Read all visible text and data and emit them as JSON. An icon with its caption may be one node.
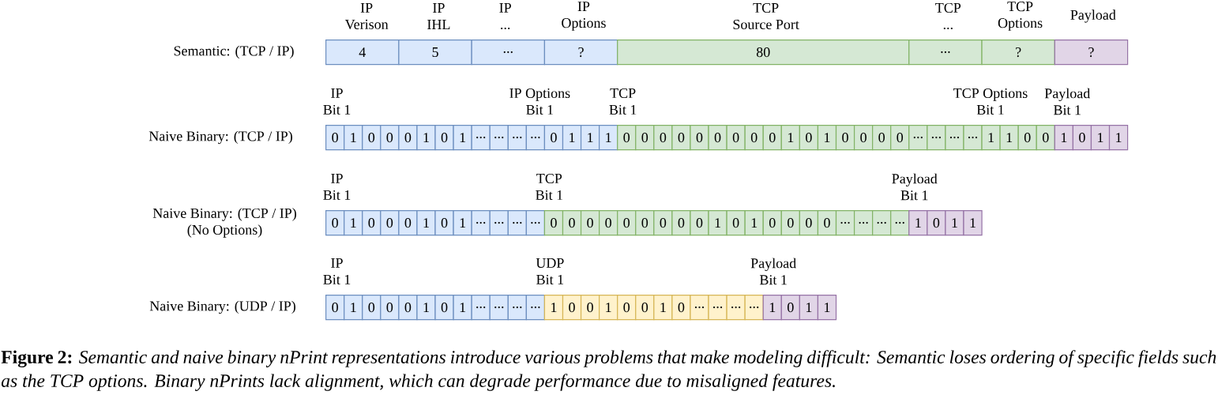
{
  "diagram": {
    "caption": "**Figure 2:** *Semantic and naive binary nPrint representations introduce various problems that make modeling difficult: Semantic loses ordering of specific fields such as the TCP options. Binary nPrints lack alignment, which can degrade performance due to misaligned features.*",
    "nodes": [
      {
        "text": [
          "IP Verison",
          "4"
        ]
      },
      {
        "text": [
          "IP IHL",
          "5"
        ]
      },
      {
        "text": [
          "IP ...",
          "..."
        ]
      },
      {
        "text": [
          "IP Options",
          "?"
        ]
      },
      {
        "text": [
          "TCP Source Port",
          "80"
        ]
      },
      {
        "text": [
          "TCP ...",
          "..."
        ]
      },
      {
        "text": [
          "TCP Options",
          "?"
        ]
      },
      {
        "text": [
          "Payload",
          "?"
        ]
      },
      {
        "text": [
          "IP Bit 1",
          "0"
        ]
      },
      {
        "text": [
          "1"
        ]
      },
      {
        "text": [
          "0"
        ]
      },
      {
        "text": [
          "0"
        ]
      },
      {
        "text": [
          "0"
        ]
      },
      {
        "text": [
          "1"
        ]
      },
      {
        "text": [
          "0"
        ]
      },
      {
        "text": [
          "1"
        ]
      },
      {
        "text": [
          "..."
        ]
      },
      {
        "text": [
          "..."
        ]
      },
      {
        "text": [
          "..."
        ]
      },
      {
        "text": [
          "..."
        ]
      },
      {
        "text": [
          "IP Options Bit 1",
          "0"
        ]
      },
      {
        "text": [
          "1"
        ]
      },
      {
        "text": [
          "1"
        ]
      },
      {
        "text": [
          "1"
        ]
      },
      {
        "text": [
          "TCP Bit 1",
          "0"
        ]
      },
      {
        "text": [
          "0"
        ]
      },
      {
        "text": [
          "0"
        ]
      },
      {
        "text": [
          "0"
        ]
      },
      {
        "text": [
          "0"
        ]
      },
      {
        "text": [
          "0"
        ]
      },
      {
        "text": [
          "0"
        ]
      },
      {
        "text": [
          "0"
        ]
      },
      {
        "text": [
          "0"
        ]
      },
      {
        "text": [
          "1"
        ]
      },
      {
        "text": [
          "0"
        ]
      },
      {
        "text": [
          "1"
        ]
      },
      {
        "text": [
          "0"
        ]
      },
      {
        "text": [
          "0"
        ]
      },
      {
        "text": [
          "0"
        ]
      },
      {
        "text": [
          "0"
        ]
      },
      {
        "text": [
          "..."
        ]
      },
      {
        "text": [
          "..."
        ]
      },
      {
        "text": [
          "..."
        ]
      },
      {
        "text": [
          "..."
        ]
      },
      {
        "text": [
          "TCP Options Bit 1",
          "1"
        ]
      },
      {
        "text": [
          "1"
        ]
      },
      {
        "text": [
          "0"
        ]
      },
      {
        "text": [
          "0"
        ]
      },
      {
        "text": [
          "Payload Bit 1",
          "1"
        ]
      },
      {
        "text": [
          "0"
        ]
      },
      {
        "text": [
          "1"
        ]
      },
      {
        "text": [
          "1"
        ]
      },
      {
        "text": [
          "IP Bit 1",
          "0"
        ]
      },
      {
        "text": [
          "1"
        ]
      },
      {
        "text": [
          "0"
        ]
      },
      {
        "text": [
          "0"
        ]
      },
      {
        "text": [
          "0"
        ]
      },
      {
        "text": [
          "1"
        ]
      },
      {
        "text": [
          "0"
        ]
      },
      {
        "text": [
          "1"
        ]
      },
      {
        "text": [
          "..."
        ]
      },
      {
        "text": [
          "..."
        ]
      },
      {
        "text": [
          "..."
        ]
      },
      {
        "text": [
          "..."
        ]
      },
      {
        "text": [
          "TCP Bit 1",
          "0"
        ]
      },
      {
        "text": [
          "0"
        ]
      },
      {
        "text": [
          "0"
        ]
      },
      {
        "text": [
          "0"
        ]
      },
      {
        "text": [
          "0"
        ]
      },
      {
        "text": [
          "0"
        ]
      },
      {
        "text": [
          "0"
        ]
      },
      {
        "text": [
          "0"
        ]
      },
      {
        "text": [
          "0"
        ]
      },
      {
        "text": [
          "1"
        ]
      },
      {
        "text": [
          "0"
        ]
      },
      {
        "text": [
          "1"
        ]
      },
      {
        "text": [
          "0"
        ]
      },
      {
        "text": [
          "0"
        ]
      },
      {
        "text": [
          "0"
        ]
      },
      {
        "text": [
          "0"
        ]
      },
      {
        "text": [
          "..."
        ]
      },
      {
        "text": [
          "..."
        ]
      },
      {
        "text": [
          "..."
        ]
      },
      {
        "text": [
          "..."
        ]
      },
      {
        "text": [
          "Payload Bit 1",
          "1"
        ]
      },
      {
        "text": [
          "0"
        ]
      },
      {
        "text": [
          "1"
        ]
      },
      {
        "text": [
          "1"
        ]
      },
      {
        "text": [
          "IP Bit 1",
          "0"
        ]
      },
      {
        "text": [
          "1"
        ]
      },
      {
        "text": [
          "0"
        ]
      },
      {
        "text": [
          "0"
        ]
      },
      {
        "text": [
          "0"
        ]
      },
      {
        "text": [
          "1"
        ]
      },
      {
        "text": [
          "0"
        ]
      },
      {
        "text": [
          "1"
        ]
      },
      {
        "text": [
          "..."
        ]
      },
      {
        "text": [
          "..."
        ]
      },
      {
        "text": [
          "..."
        ]
      },
      {
        "text": [
          "..."
        ]
      },
      {
        "text": [
          "UDP Bit 1",
          "1"
        ]
      },
      {
        "text": [
          "0"
        ]
      },
      {
        "text": [
          "0"
        ]
      },
      {
        "text": [
          "1"
        ]
      },
      {
        "text": [
          "0"
        ]
      },
      {
        "text": [
          "0"
        ]
      },
      {
        "text": [
          "1"
        ]
      },
      {
        "text": [
          "0"
        ]
      },
      {
        "text": [
          "..."
        ]
      },
      {
        "text": [
          "..."
        ]
      },
      {
        "text": [
          "..."
        ]
      },
      {
        "text": [
          "..."
        ]
      },
      {
        "text": [
          "Payload Bit 1",
          "1"
        ]
      },
      {
        "text": [
          "0"
        ]
      },
      {
        "text": [
          "1"
        ]
      },
      {
        "text": [
          "1"
        ]
      }
    ],
    "labels": [
      "Semantic: (TCP / IP)",
      "Naive Binary: (TCP / IP)",
      "Naive Binary: (TCP / IP) (No Options)",
      "Naive Binary: (UDP / IP)"
    ]
  }
}
